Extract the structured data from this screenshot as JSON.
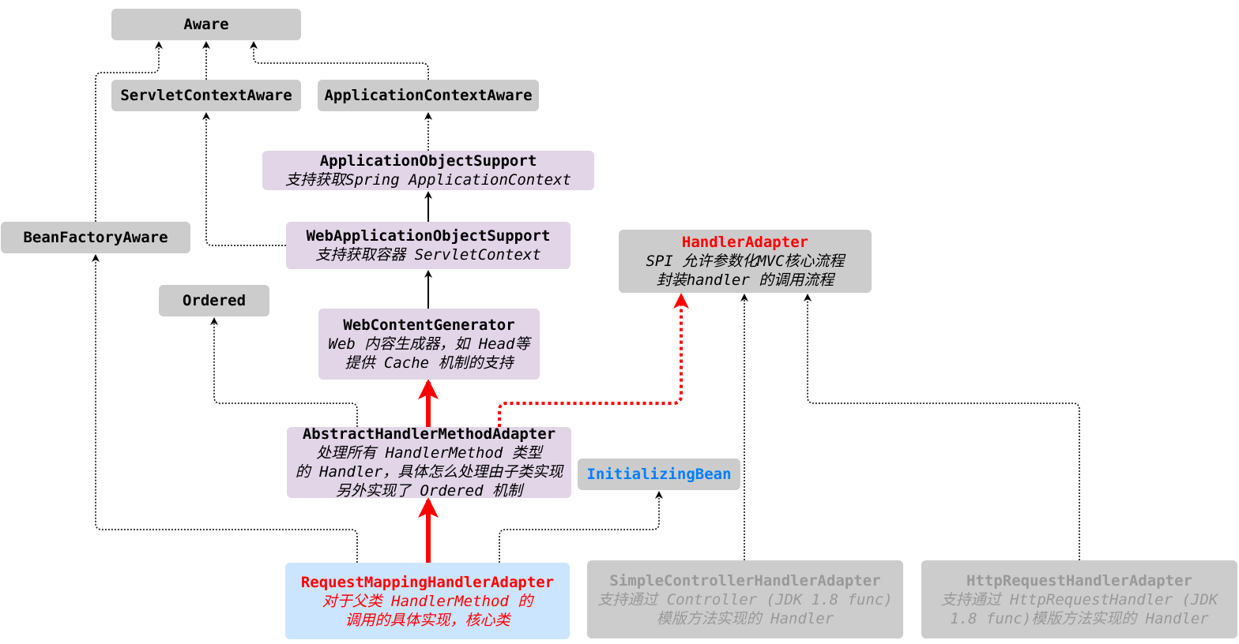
{
  "colors": {
    "red": "#ff0000",
    "blue": "#007fff",
    "muted": "#999999",
    "gray_box": "#cccccc",
    "purple_box": "#e1d5e7",
    "blue_box": "#cce5ff"
  },
  "nodes": {
    "aware": {
      "title": "Aware"
    },
    "servlet_context_aware": {
      "title": "ServletContextAware"
    },
    "application_context_aware": {
      "title": "ApplicationContextAware"
    },
    "application_object_support": {
      "title": "ApplicationObjectSupport",
      "lines": [
        "支持获取Spring ApplicationContext"
      ]
    },
    "bean_factory_aware": {
      "title": "BeanFactoryAware"
    },
    "web_application_object_support": {
      "title": "WebApplicationObjectSupport",
      "lines": [
        "支持获取容器 ServletContext"
      ]
    },
    "handler_adapter": {
      "title": "HandlerAdapter",
      "lines": [
        "SPI 允许参数化MVC核心流程",
        "封装handler 的调用流程"
      ]
    },
    "ordered": {
      "title": "Ordered"
    },
    "web_content_generator": {
      "title": "WebContentGenerator",
      "lines": [
        "Web 内容生成器，如 Head等",
        "提供 Cache 机制的支持"
      ]
    },
    "abstract_handler_method_adapter": {
      "title": "AbstractHandlerMethodAdapter",
      "lines": [
        "处理所有 HandlerMethod 类型",
        "的 Handler，具体怎么处理由子类实现",
        "另外实现了 Ordered 机制"
      ]
    },
    "initializing_bean": {
      "title": "InitializingBean"
    },
    "request_mapping_handler_adapter": {
      "title": "RequestMappingHandlerAdapter",
      "lines": [
        "对于父类 HandlerMethod 的",
        "调用的具体实现，核心类"
      ]
    },
    "simple_controller_handler_adapter": {
      "title": "SimpleControllerHandlerAdapter",
      "lines": [
        "支持通过 Controller (JDK 1.8 func)",
        "模版方法实现的 Handler"
      ]
    },
    "http_request_handler_adapter": {
      "title": "HttpRequestHandlerAdapter",
      "lines": [
        "支持通过 HttpRequestHandler (JDK",
        "1.8 func)模版方法实现的 Handler"
      ]
    }
  }
}
